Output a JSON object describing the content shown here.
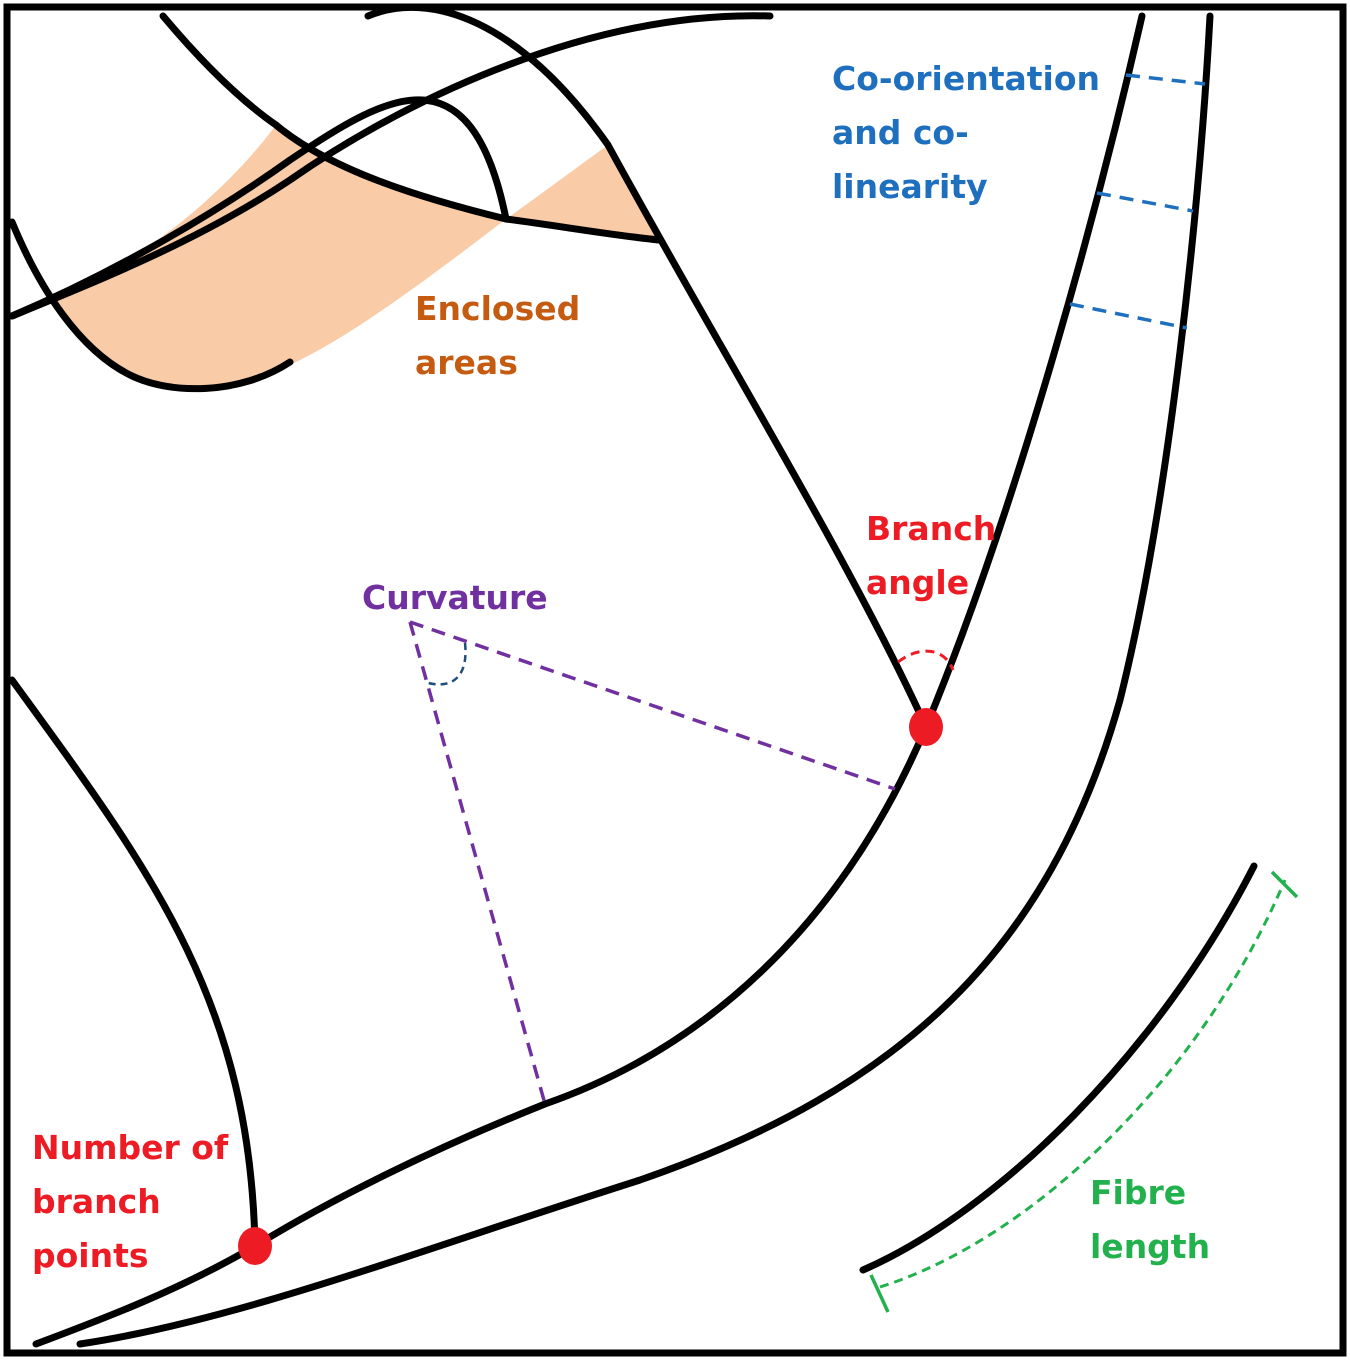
{
  "colors": {
    "fibre": "#000000",
    "enclosed_fill": "#f9cba7",
    "co_orientation": "#1f6fbf",
    "enclosed": "#c55a11",
    "branch": "#ed1c24",
    "curvature": "#7030a0",
    "curvature_angle": "#1f4e79",
    "fibre_length": "#22b14c",
    "branch_point": "#ed1c24"
  },
  "labels": {
    "co_orientation": [
      "Co-orientation",
      "and co-",
      "linearity"
    ],
    "enclosed_areas": [
      "Enclosed",
      "areas"
    ],
    "branch_angle": [
      "Branch",
      "angle"
    ],
    "curvature": [
      "Curvature"
    ],
    "branch_points": [
      "Number of",
      "branch",
      "points"
    ],
    "fibre_length": [
      "Fibre",
      "length"
    ]
  }
}
